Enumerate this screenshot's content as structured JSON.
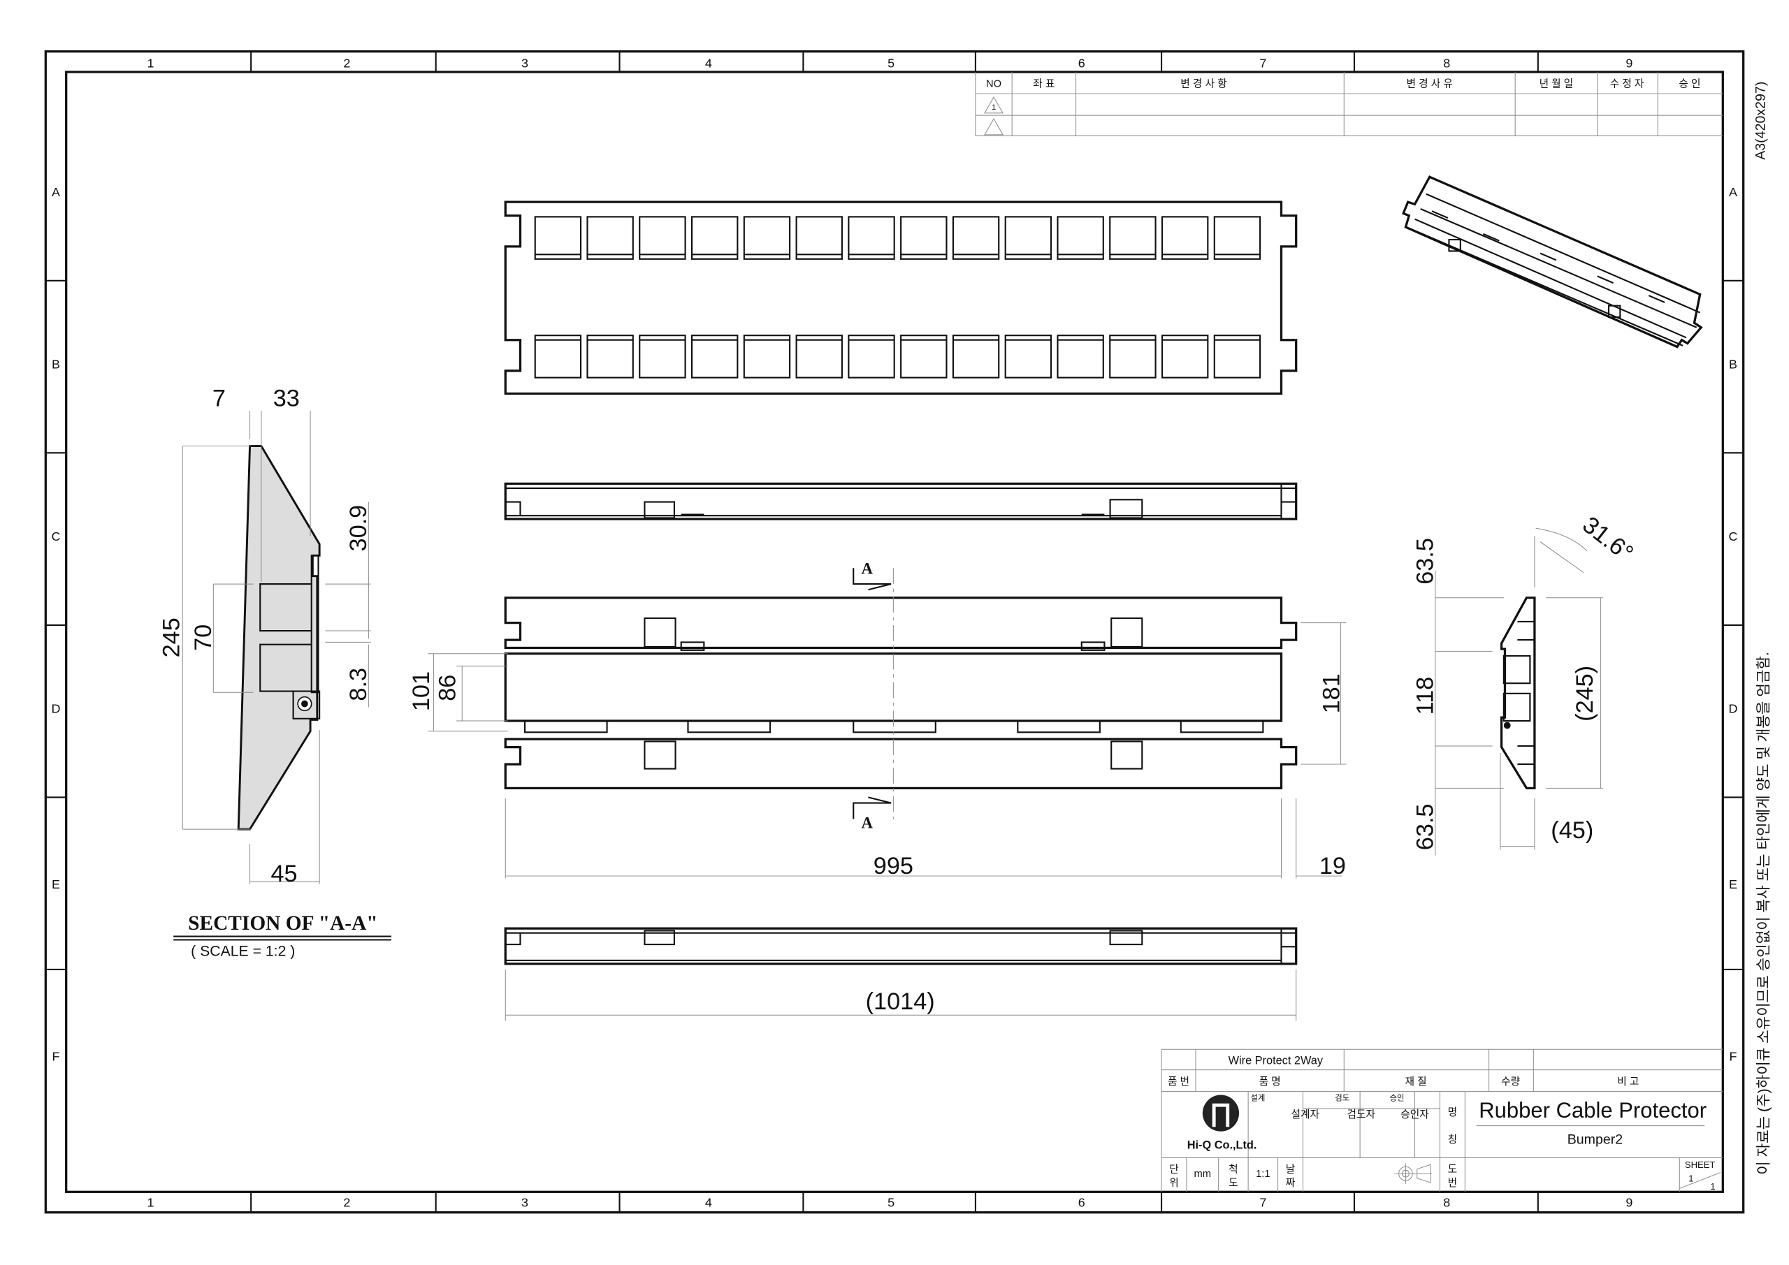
{
  "frame": {
    "columns": [
      "1",
      "2",
      "3",
      "4",
      "5",
      "6",
      "7",
      "8",
      "9"
    ],
    "rows": [
      "A",
      "B",
      "C",
      "D",
      "E",
      "F"
    ],
    "paper_size": "A3(420x297)",
    "notice": "이 자료는 (주)하이큐 소유이므로 승인없이 복사 또는 타인에게 양도 및 개봉을 엄금함."
  },
  "revision_table": {
    "headers": [
      "NO",
      "좌 표",
      "변 경 사 항",
      "변 경 사 유",
      "년 월 일",
      "수 정 자",
      "승 인"
    ],
    "rows": [
      {
        "no": "1"
      },
      {
        "no": ""
      }
    ]
  },
  "dimensions": {
    "section": {
      "d7": "7",
      "d33": "33",
      "d245": "245",
      "d70": "70",
      "d30_9": "30.9",
      "d8_3": "8.3",
      "d45": "45"
    },
    "front": {
      "d101": "101",
      "d86": "86",
      "d181": "181",
      "d995": "995",
      "d19": "19",
      "d1014": "(1014)"
    },
    "side": {
      "top63_5": "63.5",
      "d118": "118",
      "bot63_5": "63.5",
      "d245": "(245)",
      "d45": "(45)",
      "angle": "31.6°"
    },
    "section_marker": "A"
  },
  "section_label": {
    "title": "SECTION OF \"A-A\"",
    "scale": "( SCALE = 1:2 )"
  },
  "title_block": {
    "part_name_value": "Wire Protect 2Way",
    "headers": {
      "part_no": "품 번",
      "part_name": "품            명",
      "material": "재            질",
      "qty": "수량",
      "remarks": "비 고"
    },
    "company": "Hi-Q Co.,Ltd.",
    "roles": {
      "design_label": "설계",
      "check_label": "검도",
      "approve_label": "승인",
      "designer": "설계자",
      "checker": "검도자",
      "approver": "승인자"
    },
    "name_label_1": "명",
    "name_label_2": "칭",
    "title": "Rubber Cable Protector",
    "subtitle": "Bumper2",
    "unit_label_1": "단",
    "unit_label_2": "위",
    "unit": "mm",
    "scale_label_1": "척",
    "scale_label_2": "도",
    "scale": "1:1",
    "date_label_1": "날",
    "date_label_2": "짜",
    "drawing_no_label_1": "도",
    "drawing_no_label_2": "번",
    "sheet_label": "SHEET",
    "sheet_no": "1",
    "sheet_total": "1"
  }
}
